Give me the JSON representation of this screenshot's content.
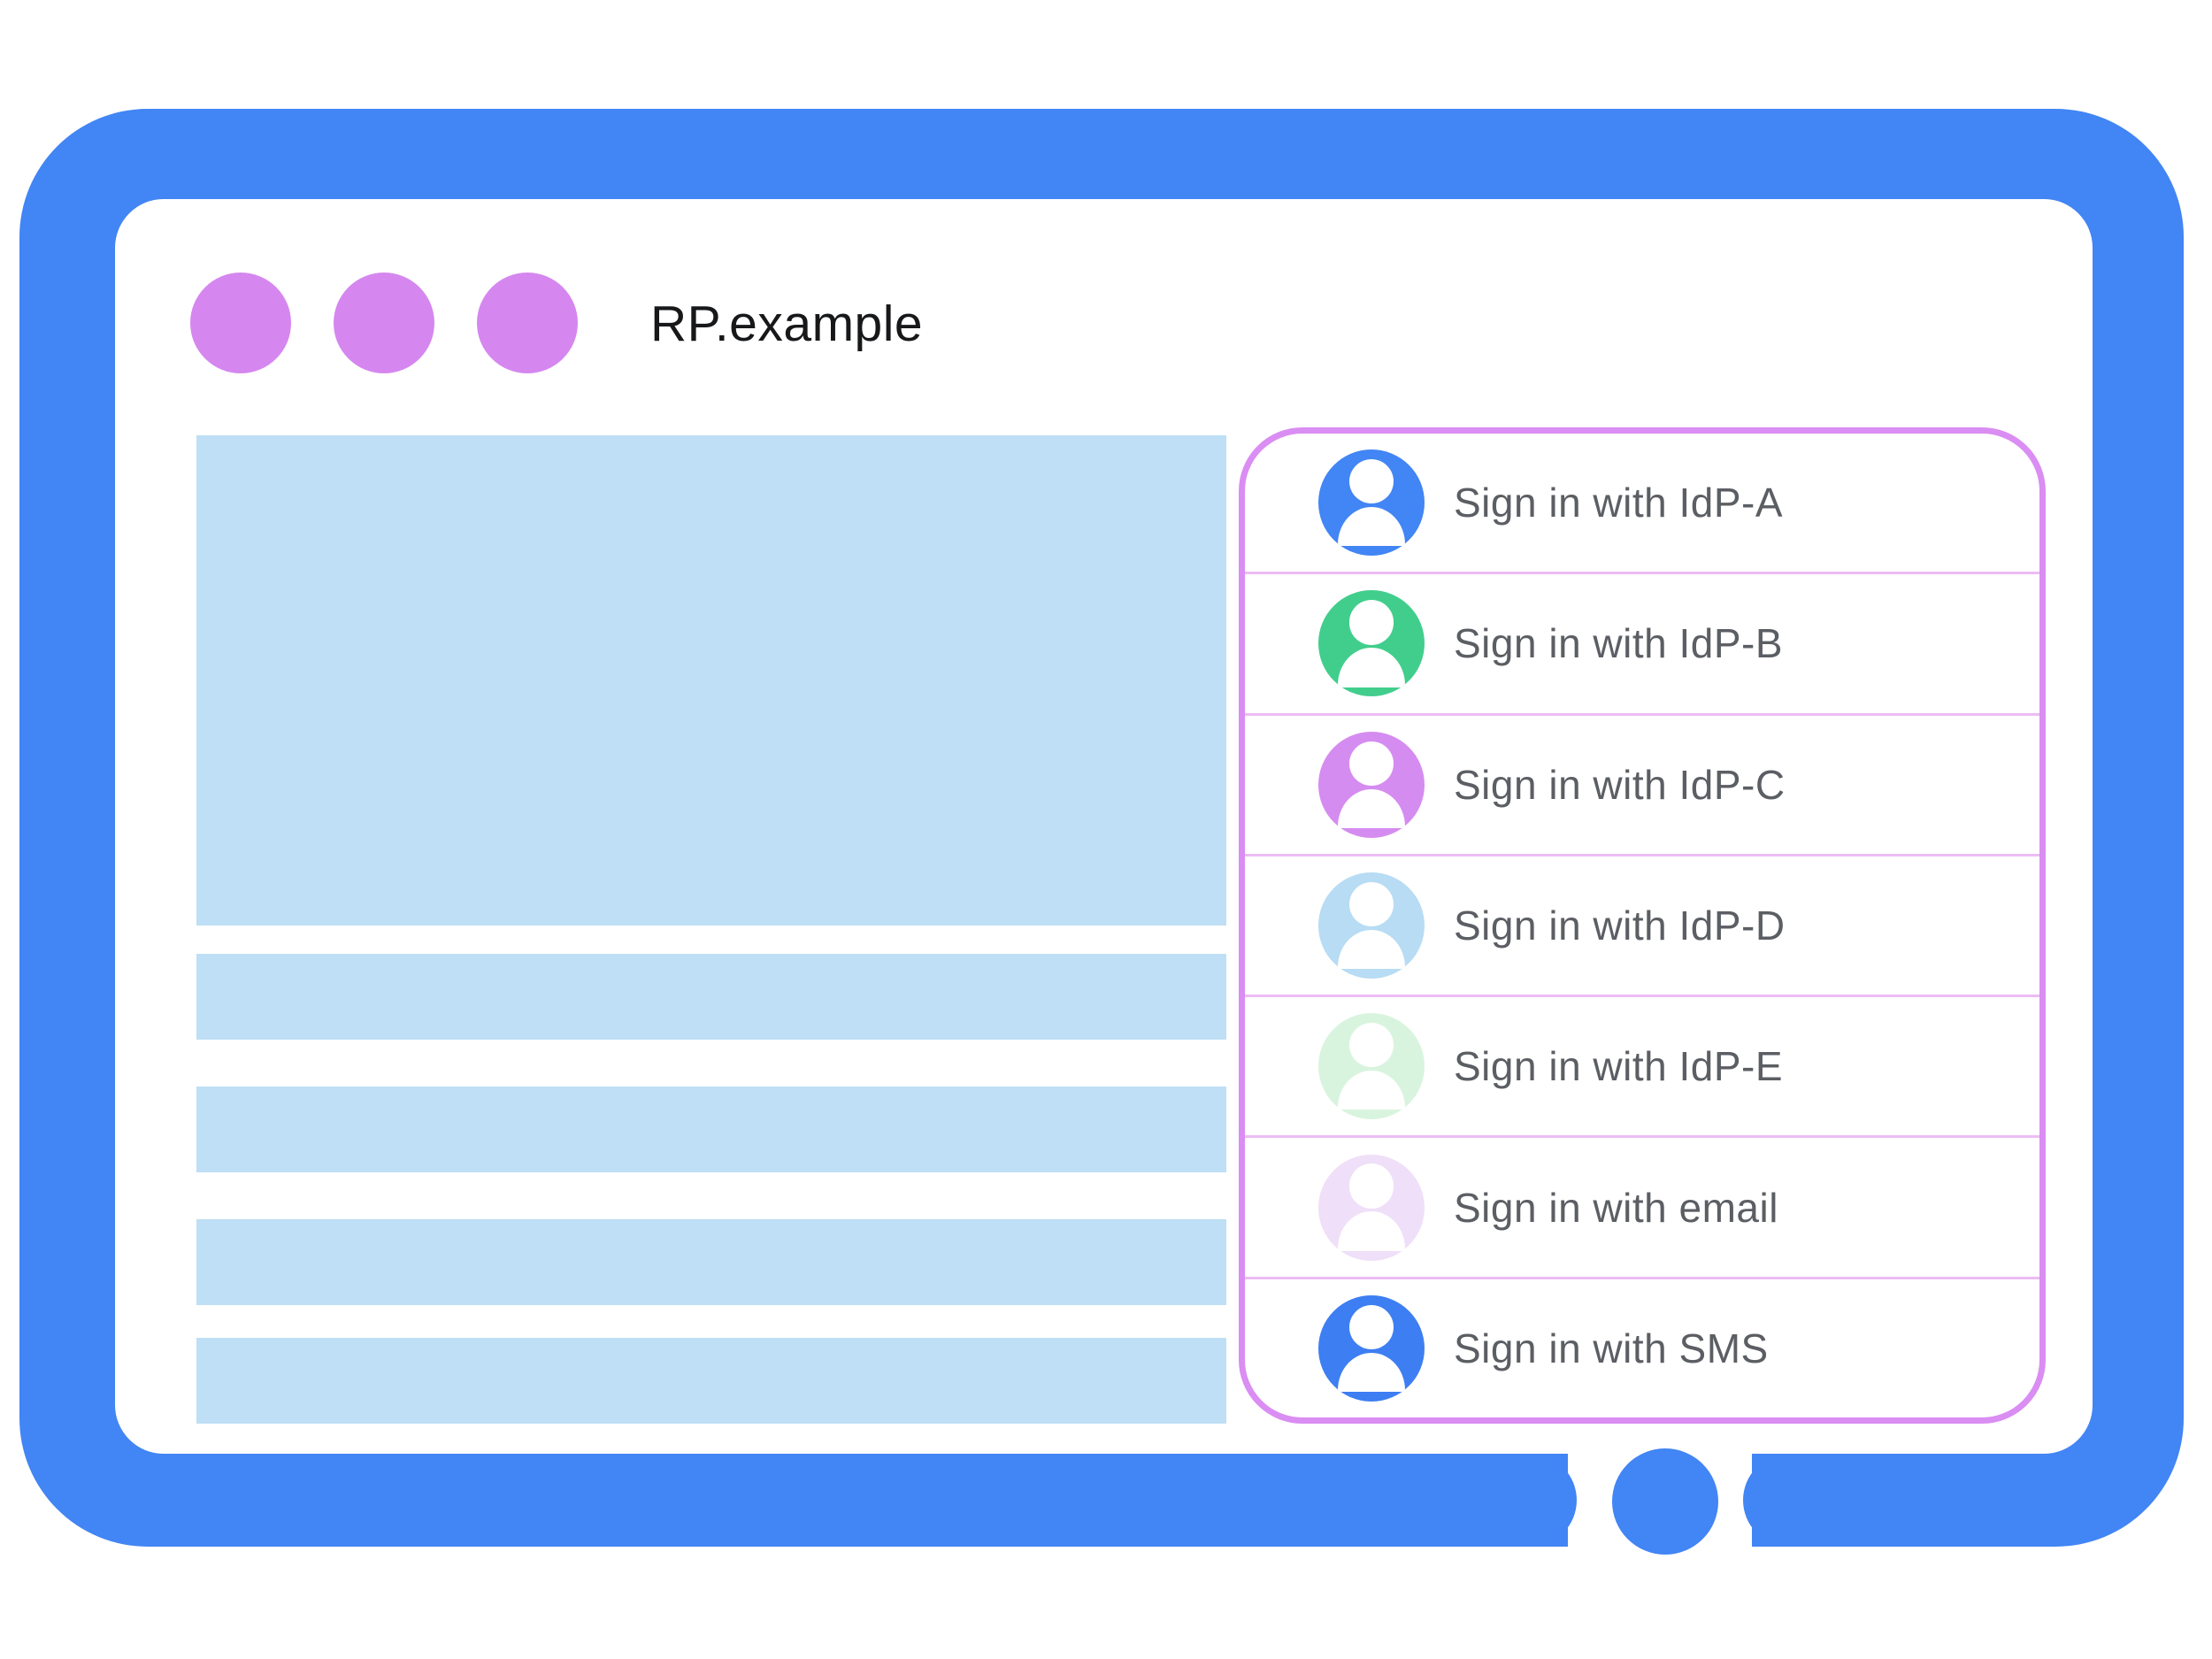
{
  "window": {
    "title": "RP.example",
    "control_dot_count": 3
  },
  "signin_panel": {
    "items": [
      {
        "id": "idp-a",
        "label": "Sign in with IdP-A",
        "avatar_icon": "person-icon",
        "avatar_color": "#4285F4"
      },
      {
        "id": "idp-b",
        "label": "Sign in with IdP-B",
        "avatar_icon": "person-icon",
        "avatar_color": "#41CE8C"
      },
      {
        "id": "idp-c",
        "label": "Sign in with IdP-C",
        "avatar_icon": "person-icon",
        "avatar_color": "#D58CF0"
      },
      {
        "id": "idp-d",
        "label": "Sign in with IdP-D",
        "avatar_icon": "person-icon",
        "avatar_color": "#B7DCF4"
      },
      {
        "id": "idp-e",
        "label": "Sign in with IdP-E",
        "avatar_icon": "person-icon",
        "avatar_color": "#D9F4DE"
      },
      {
        "id": "email",
        "label": "Sign in with email",
        "avatar_icon": "person-icon",
        "avatar_color": "#EFDFF8"
      },
      {
        "id": "sms",
        "label": "Sign in with SMS",
        "avatar_icon": "person-icon",
        "avatar_color": "#3D7EF2"
      }
    ]
  },
  "colors": {
    "frame_blue": "#4285F4",
    "window_dot_purple": "#D587EF",
    "placeholder_blue": "#BEDFF5",
    "panel_border_purple": "#DA8DF2",
    "panel_divider_pink": "#EDBCF5",
    "label_gray": "#5B5E63",
    "title_black": "#17181A",
    "avatar_person_white": "#FFFFFF"
  }
}
